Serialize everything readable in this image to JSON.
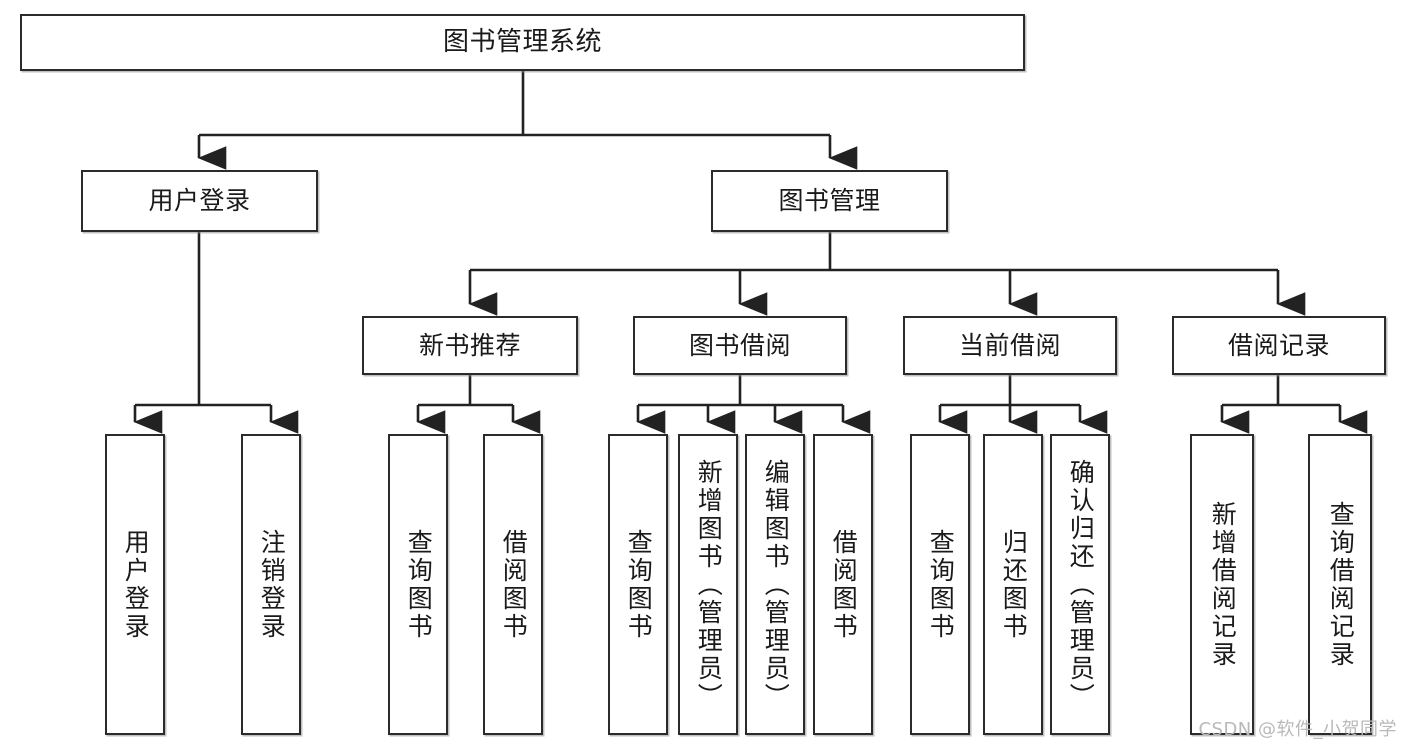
{
  "diagram": {
    "type": "tree-hierarchy",
    "title": "图书管理系统",
    "watermark": "CSDN @软件_小贺同学",
    "colors": {
      "node_border": "#2b2b2b",
      "node_fill": "#ffffff",
      "edge": "#222222",
      "text": "#1a1a1a",
      "watermark": "#b9b9b9"
    },
    "levels": {
      "root": {
        "label": "图书管理系统"
      },
      "level2": [
        {
          "label": "用户登录"
        },
        {
          "label": "图书管理"
        }
      ],
      "level3": [
        {
          "label": "新书推荐"
        },
        {
          "label": "图书借阅"
        },
        {
          "label": "当前借阅"
        },
        {
          "label": "借阅记录"
        }
      ],
      "leaves": {
        "user_login": [
          {
            "label": "用户登录"
          },
          {
            "label": "注销登录"
          }
        ],
        "new_book_recommend": [
          {
            "label": "查询图书"
          },
          {
            "label": "借阅图书"
          }
        ],
        "book_borrow": [
          {
            "label": "查询图书"
          },
          {
            "label": "新增图书（管理员）"
          },
          {
            "label": "编辑图书（管理员）"
          },
          {
            "label": "借阅图书"
          }
        ],
        "current_borrow": [
          {
            "label": "查询图书"
          },
          {
            "label": "归还图书"
          },
          {
            "label": "确认归还（管理员）"
          }
        ],
        "borrow_record": [
          {
            "label": "新增借阅记录"
          },
          {
            "label": "查询借阅记录"
          }
        ]
      }
    }
  }
}
